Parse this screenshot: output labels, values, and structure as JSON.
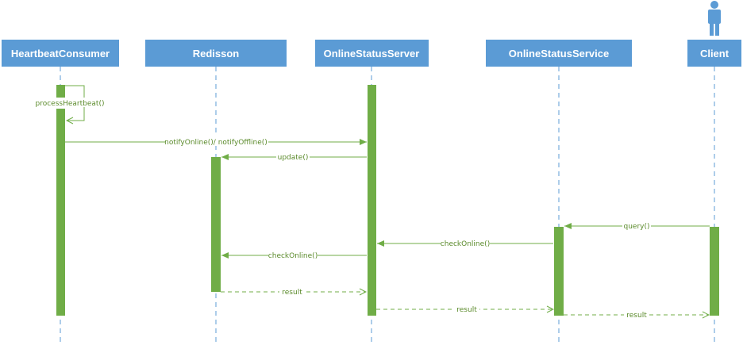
{
  "participants": [
    {
      "id": "heartbeat-consumer",
      "label": "HeartbeatConsumer"
    },
    {
      "id": "redisson",
      "label": "Redisson"
    },
    {
      "id": "online-status-server",
      "label": "OnlineStatusServer"
    },
    {
      "id": "online-status-service",
      "label": "OnlineStatusService"
    },
    {
      "id": "client",
      "label": "Client",
      "actor_icon": "person-icon"
    }
  ],
  "messages": [
    {
      "id": "process-heartbeat",
      "from": "HeartbeatConsumer",
      "to": "HeartbeatConsumer",
      "label": "processHeartbeat()",
      "style": "solid",
      "self": true
    },
    {
      "id": "notify-online-offline",
      "from": "HeartbeatConsumer",
      "to": "OnlineStatusServer",
      "label": "notifyOnline()/ notifyOffline()",
      "style": "solid"
    },
    {
      "id": "update",
      "from": "OnlineStatusServer",
      "to": "Redisson",
      "label": "update()",
      "style": "solid"
    },
    {
      "id": "query",
      "from": "Client",
      "to": "OnlineStatusService",
      "label": "query()",
      "style": "solid"
    },
    {
      "id": "check-online-service",
      "from": "OnlineStatusService",
      "to": "OnlineStatusServer",
      "label": "checkOnline()",
      "style": "solid"
    },
    {
      "id": "check-online-server",
      "from": "OnlineStatusServer",
      "to": "Redisson",
      "label": "checkOnline()",
      "style": "solid"
    },
    {
      "id": "result-redisson",
      "from": "Redisson",
      "to": "OnlineStatusServer",
      "label": "result",
      "style": "dashed"
    },
    {
      "id": "result-server",
      "from": "OnlineStatusServer",
      "to": "OnlineStatusService",
      "label": "result",
      "style": "dashed"
    },
    {
      "id": "result-service",
      "from": "OnlineStatusService",
      "to": "Client",
      "label": "result",
      "style": "dashed"
    }
  ],
  "colors": {
    "participant_fill": "#5b9bd5",
    "participant_text": "#ffffff",
    "lifeline": "#5b9bd5",
    "activation": "#70ad47",
    "message": "#70ad47",
    "message_text": "#5a8a2a",
    "actor": "#5b9bd5"
  }
}
